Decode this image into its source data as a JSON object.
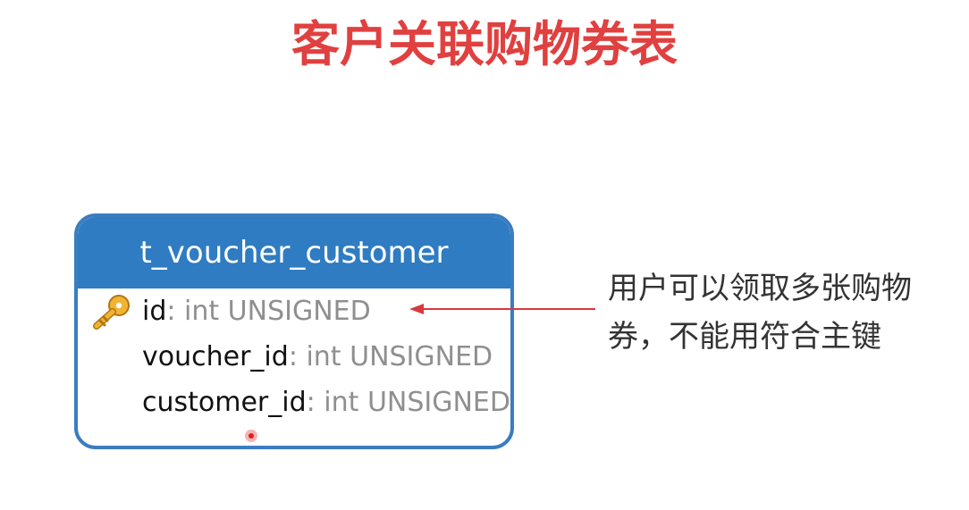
{
  "title": "客户关联购物券表",
  "colors": {
    "title": "#e0403f",
    "entity_header": "#2f7cc2",
    "entity_border": "#3a7dc0",
    "arrow": "#d9383f"
  },
  "entity": {
    "name": "t_voucher_customer",
    "fields": [
      {
        "name": "id",
        "sep": ":",
        "type": " int UNSIGNED",
        "primary_key": true
      },
      {
        "name": "voucher_id",
        "sep": ":",
        "type": " int UNSIGNED",
        "primary_key": false
      },
      {
        "name": "customer_id",
        "sep": ":",
        "type": " int UNSIGNED",
        "primary_key": false
      }
    ]
  },
  "annotation": {
    "line1": "用户可以领取多张购物",
    "line2": "券，不能用符合主键"
  },
  "icons": {
    "key": "key-icon",
    "cursor": "cursor-indicator"
  }
}
